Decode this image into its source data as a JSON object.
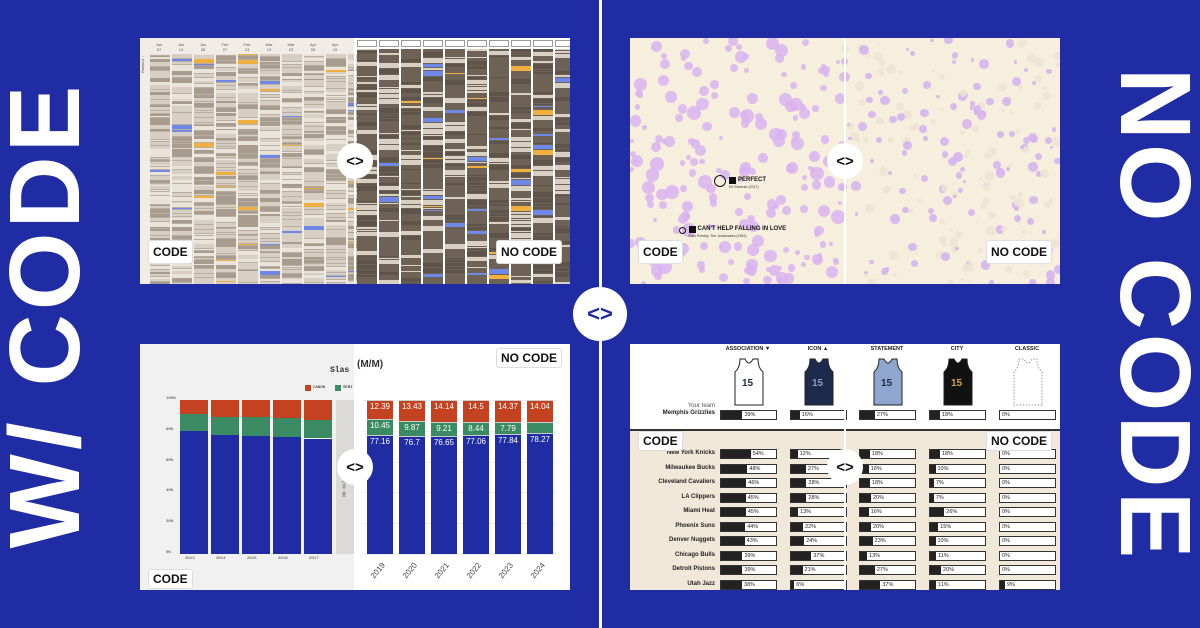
{
  "side_labels": {
    "left": "W/ CODE",
    "right": "NO CODE"
  },
  "toggle_icon": "code-brackets-icon",
  "toggle_glyph": "<>",
  "tags": {
    "code": "CODE",
    "no_code": "NO CODE"
  },
  "colors": {
    "background": "#1f2ca3",
    "canon": "#c4421f",
    "semi": "#3a8a63",
    "other": "#1f2ca3"
  },
  "heatmap": {
    "code_headers": [
      [
        "Jun",
        "07"
      ],
      [
        "Jun",
        "14"
      ],
      [
        "Jun",
        "28"
      ],
      [
        "Feb",
        "07"
      ],
      [
        "Feb",
        "13"
      ],
      [
        "Mar",
        "13"
      ],
      [
        "Mar",
        "23"
      ],
      [
        "Apr",
        "05"
      ],
      [
        "Apr",
        "19"
      ]
    ],
    "y_label": "Ranked ↓"
  },
  "bubbles": {
    "songs": [
      {
        "title": "PERFECT",
        "artist": "Ed Sheeran (2017)"
      },
      {
        "title": "CAN'T HELP FALLING IN LOVE",
        "artist": "Elvis Presley, The Jordanaires (1961)"
      }
    ]
  },
  "chart_data": {
    "type": "bar",
    "stacked": true,
    "title": "Slas",
    "title_right": "(M/M)",
    "legend": [
      "CANON",
      "SEMI"
    ],
    "y_ticks": [
      "0%",
      "20%",
      "40%",
      "60%",
      "80%",
      "100%"
    ],
    "ylim": [
      0,
      100
    ],
    "no_data_label": "NO DATA ON 2018",
    "categories_code": [
      "2013",
      "2014",
      "2015",
      "2016",
      "2017"
    ],
    "code_series": {
      "other": [
        80,
        77,
        76.5,
        76,
        75
      ],
      "semi": [
        11,
        12,
        12.5,
        12.5,
        12
      ],
      "canon": [
        9,
        11,
        11,
        11.5,
        13
      ]
    },
    "categories": [
      "2019",
      "2020",
      "2021",
      "2022",
      "2023",
      "2024"
    ],
    "series": [
      {
        "key": "other",
        "values": [
          77.16,
          76.7,
          76.65,
          77.06,
          77.84,
          78.27
        ]
      },
      {
        "key": "semi",
        "values": [
          10.45,
          9.87,
          9.21,
          8.44,
          7.79,
          null
        ]
      },
      {
        "key": "canon",
        "values": [
          12.39,
          13.43,
          14.14,
          14.5,
          14.37,
          14.04
        ]
      }
    ]
  },
  "jerseys": {
    "columns": [
      "ASSOCIATION ▼",
      "ICON ▲",
      "STATEMENT",
      "CITY",
      "CLASSIC"
    ],
    "your_team_label": "Your team",
    "your_team": {
      "name": "Memphis Grizzlies",
      "values": [
        39,
        16,
        27,
        18,
        0
      ]
    },
    "teams": [
      {
        "name": "New York Knicks",
        "values": [
          54,
          12,
          18,
          18,
          0
        ]
      },
      {
        "name": "Milwaukee Bucks",
        "values": [
          48,
          27,
          16,
          10,
          0
        ]
      },
      {
        "name": "Cleveland Cavaliers",
        "values": [
          46,
          28,
          18,
          7,
          0
        ]
      },
      {
        "name": "LA Clippers",
        "values": [
          45,
          28,
          20,
          7,
          0
        ]
      },
      {
        "name": "Miami Heat",
        "values": [
          45,
          13,
          16,
          26,
          0
        ]
      },
      {
        "name": "Phoenix Suns",
        "values": [
          44,
          22,
          20,
          15,
          0
        ]
      },
      {
        "name": "Denver Nuggets",
        "values": [
          43,
          24,
          23,
          10,
          0
        ]
      },
      {
        "name": "Chicago Bulls",
        "values": [
          39,
          37,
          13,
          11,
          0
        ]
      },
      {
        "name": "Detroit Pistons",
        "values": [
          39,
          21,
          27,
          20,
          0
        ]
      },
      {
        "name": "Utah Jazz",
        "values": [
          38,
          6,
          37,
          11,
          9
        ]
      }
    ],
    "jersey_number": "15"
  }
}
